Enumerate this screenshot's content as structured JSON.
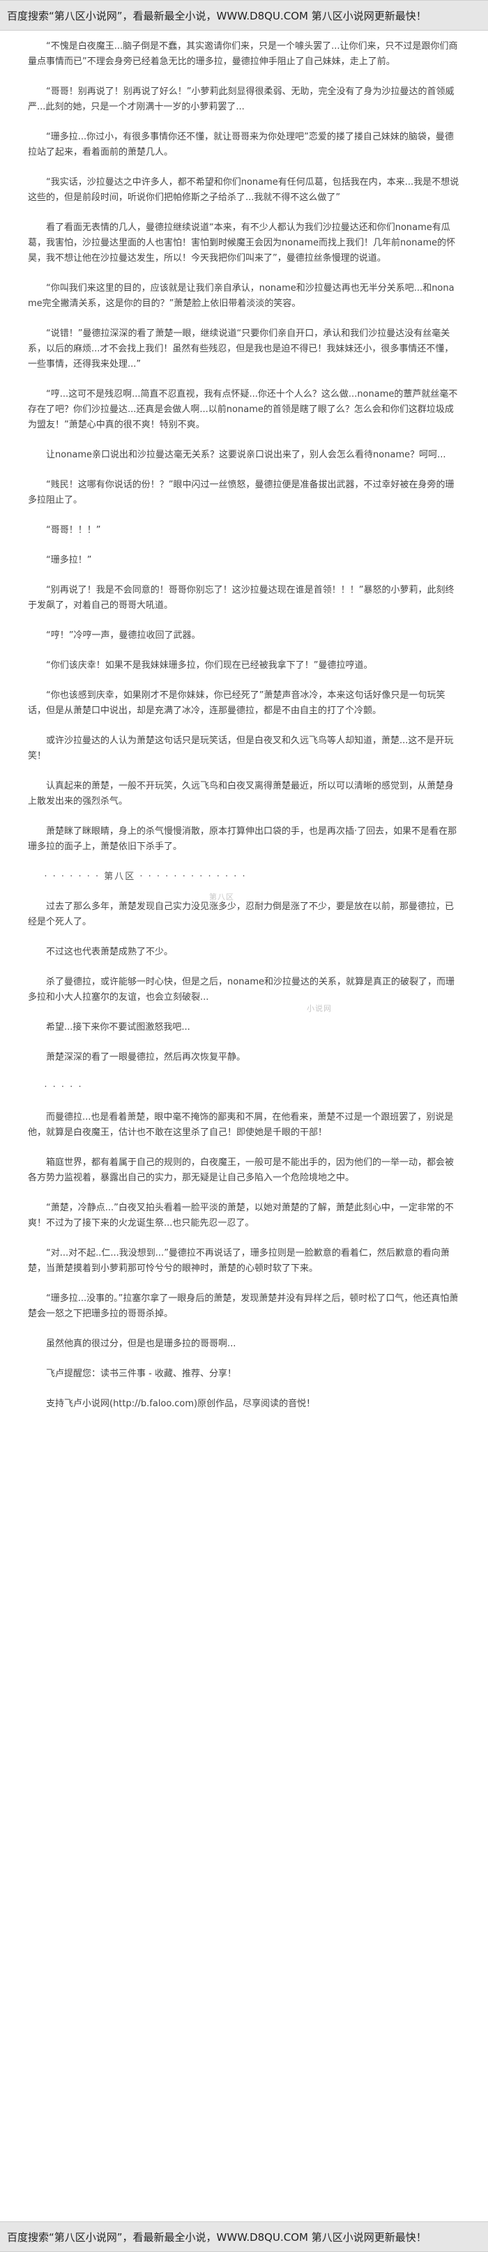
{
  "header": {
    "banner": "百度搜索“第八区小说网”，看最新最全小说，WWW.D8QU.COM 第八区小说网更新最快！"
  },
  "watermarks": [
    "第八区",
    "小说网"
  ],
  "paragraphs": [
    "“不愧是白夜魔王...脑子倒是不蠢，其实邀请你们来，只是一个噱头罢了...让你们来，只不过是跟你们商量点事情而已”不理会身旁已经着急无比的珊多拉，曼德拉伸手阻止了自己妹妹，走上了前。",
    "“哥哥！别再说了！别再说了好么！”小萝莉此刻显得很柔弱、无助，完全没有了身为沙拉曼达的首领威严...此刻的她，只是一个才刚满十一岁的小萝莉罢了...",
    "“珊多拉...你过小，有很多事情你还不懂，就让哥哥来为你处理吧”恋爱的搂了搂自己妹妹的脑袋，曼德拉站了起来，看着面前的萧楚几人。",
    "“我实话，沙拉曼达之中许多人，都不希望和你们noname有任何瓜葛，包括我在内，本来...我是不想说这些的，但是前段时间，听说你们把帕修斯之子给杀了...我就不得不这么做了”",
    "看了看面无表情的几人，曼德拉继续说道“本来，有不少人都认为我们沙拉曼达还和你们noname有瓜葛，我害怕，沙拉曼达里面的人也害怕！害怕到时候魔王会因为noname而找上我们！几年前noname的怀昊，我不想让他在沙拉曼达发生，所以！今天我把你们叫来了”，曼德拉丝条慢理的说道。",
    "“你叫我们来这里的目的，应该就是让我们亲自承认，noname和沙拉曼达再也无半分关系吧...和noname完全撇清关系，这是你的目的？”萧楚脸上依旧带着淡淡的笑容。",
    "“说错！”曼德拉深深的看了萧楚一眼，继续说道“只要你们亲自开口，承认和我们沙拉曼达没有丝毫关系，以后的麻烦...才不会找上我们！虽然有些残忍，但是我也是迫不得已！我妹妹还小，很多事情还不懂，一些事情，还得我来处理...”",
    "“哼...这可不是残忍啊...简直不忍直视，我有点怀疑...你还十个人么？这么做...noname的蕈芦就丝毫不存在了吧？你们沙拉曼达...还真是会做人啊...以前noname的首领是瞎了眼了么？怎么会和你们这群垃圾成为盟友！”萧楚心中真的很不爽！特别不爽。",
    "让noname亲口说出和沙拉曼达毫无关系？这要说亲口说出来了，别人会怎么看待noname？呵呵...",
    "“贱民！这哪有你说话的份！？”眼中闪过一丝愤怒，曼德拉便是准备拔出武器，不过幸好被在身旁的珊多拉阻止了。",
    "“哥哥！！！”",
    "“珊多拉！”",
    "“别再说了！我是不会同意的！哥哥你别忘了！这沙拉曼达现在谁是首领！！！”暴怒的小萝莉，此刻终于发飙了，对着自己的哥哥大吼道。",
    "“哼！”冷哼一声，曼德拉收回了武器。",
    "“你们该庆幸！如果不是我妹妹珊多拉，你们现在已经被我拿下了！”曼德拉哼道。",
    "“你也该感到庆幸，如果刚才不是你妹妹，你已经死了”萧楚声音冰冷，本来这句话好像只是一句玩笑话，但是从萧楚口中说出，却是充满了冰冷，连那曼德拉，都是不由自主的打了个冷颤。",
    "或许沙拉曼达的人认为萧楚这句话只是玩笑话，但是白夜叉和久远飞鸟等人却知道，萧楚...这不是开玩笑！",
    "认真起来的萧楚，一般不开玩笑，久远飞鸟和白夜叉离得萧楚最近，所以可以清晰的感觉到，从萧楚身上散发出来的强烈杀气。",
    "萧楚眯了眯眼睛，身上的杀气慢慢消散，原本打算伸出口袋的手，也是再次插·了回去，如果不是看在那珊多拉的面子上，萧楚依旧下杀手了。",
    "过去了那么多年，萧楚发现自己实力没见涨多少，忍耐力倒是涨了不少，要是放在以前，那曼德拉，已经是个死人了。",
    "不过这也代表萧楚成熟了不少。",
    "杀了曼德拉，或许能够一时心快，但是之后，noname和沙拉曼达的关系，就算是真正的破裂了，而珊多拉和小大人拉塞尔的友谊，也会立刻破裂...",
    "希望...接下来你不要试图激怒我吧...",
    "萧楚深深的看了一眼曼德拉，然后再次恢复平静。",
    "而曼德拉...也是看着萧楚，眼中毫不掩饰的鄙夷和不屑，在他看来，萧楚不过是一个跟班罢了，别说是他，就算是白夜魔王，估计也不敢在这里杀了自己！即使她是千眼的干部！",
    "箱庭世界，都有着属于自己的规则的，白夜魔王，一般可是不能出手的，因为他们的一举一动，都会被各方势力监视着，暴露出自己的实力，那无疑是让自己多陷入一个危险境地之中。",
    "“萧楚，冷静点...”白夜叉拍头看着一脸平淡的萧楚，以她对萧楚的了解，萧楚此刻心中，一定非常的不爽！不过为了接下来的火龙诞生祭...也只能先忍一忍了。",
    "“对...对不起..仁...我没想到...”曼德拉不再说话了，珊多拉则是一脸歉意的看着仁，然后歉意的看向萧楚，当萧楚摸着到小萝莉那可怜兮兮的眼神时，萧楚的心顿时软了下来。",
    "“珊多拉...没事的。”拉塞尔拿了一眼身后的萧楚，发现萧楚并没有异样之后，顿时松了口气，他还真怕萧楚会一怒之下把珊多拉的哥哥杀掉。",
    "虽然他真的很过分，但是也是珊多拉的哥哥啊...",
    "飞卢提醒您：读书三件事 - 收藏、推荐、分享！",
    "支持飞卢小说网(http://b.faloo.com)原创作品，尽享阅读的音悦！"
  ],
  "separators": [
    "· ·  · · · · · 第八区 · · · · ·  · · · · · · · ·",
    "· · · · ·"
  ],
  "footer": {
    "banner": "百度搜索“第八区小说网”，看最新最全小说，WWW.D8QU.COM 第八区小说网更新最快！"
  }
}
